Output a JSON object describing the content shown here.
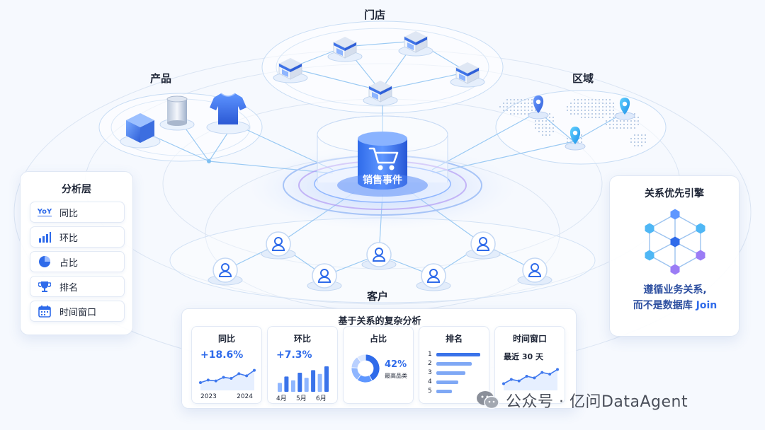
{
  "groups": {
    "store": "门店",
    "product": "产品",
    "region": "区域",
    "customer": "客户"
  },
  "center_node": {
    "label": "销售事件"
  },
  "analysis_panel": {
    "title": "分析层",
    "items": [
      {
        "label": "同比",
        "icon": "yoy-icon",
        "icon_text": "YoY"
      },
      {
        "label": "环比",
        "icon": "bar-chart-icon"
      },
      {
        "label": "占比",
        "icon": "pie-chart-icon"
      },
      {
        "label": "排名",
        "icon": "trophy-icon"
      },
      {
        "label": "时间窗口",
        "icon": "calendar-icon"
      }
    ]
  },
  "engine_panel": {
    "title": "关系优先引擎",
    "desc_line1": "遵循业务关系,",
    "desc_line2_prefix": "而不是数据库 ",
    "desc_line2_highlight": "Join"
  },
  "complex_panel": {
    "title": "基于关系的复杂分析",
    "yoy": {
      "title": "同比",
      "value": "+18.6%",
      "x_start": "2023",
      "x_end": "2024",
      "trend": [
        0.3,
        0.42,
        0.38,
        0.55,
        0.5,
        0.72,
        0.62,
        0.88
      ]
    },
    "mom": {
      "title": "环比",
      "value": "+7.3%",
      "labels": [
        "4月",
        "5月",
        "6月"
      ],
      "bars": [
        0.35,
        0.6,
        0.45,
        0.75,
        0.55,
        0.85,
        0.7,
        1.0
      ]
    },
    "share": {
      "title": "占比",
      "value": "42%",
      "caption": "最高品类",
      "slices": [
        0.42,
        0.18,
        0.16,
        0.14,
        0.1
      ]
    },
    "rank": {
      "title": "排名",
      "numbers": [
        "1",
        "2",
        "3",
        "4",
        "5"
      ],
      "values": [
        1.0,
        0.8,
        0.66,
        0.5,
        0.36
      ]
    },
    "window": {
      "title": "时间窗口",
      "text": "最近 30 天",
      "trend": [
        0.25,
        0.45,
        0.38,
        0.6,
        0.52,
        0.78,
        0.7,
        0.92
      ]
    }
  },
  "watermark": {
    "text": "公众号 · 亿问DataAgent"
  },
  "colors": {
    "accent": "#2f6bea",
    "accent_light": "#5f97ff",
    "violet": "#9b7cf5",
    "line": "#8fc4f2"
  }
}
